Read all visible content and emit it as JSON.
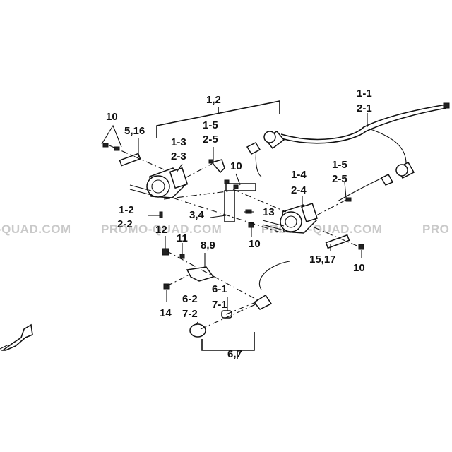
{
  "watermark": {
    "left": "-QUAD.COM",
    "center": "PROMO-QUAD.COM",
    "center_right": "PROMO-QUAD.COM",
    "right": "PRO"
  },
  "callouts": {
    "l_1_2": "1,2",
    "l_10_top": "10",
    "l_5_16": "5,16",
    "l_1_3": "1-3",
    "l_2_3": "2-3",
    "l_1_5_a": "1-5",
    "l_2_5_a": "2-5",
    "l_1_1": "1-1",
    "l_2_1": "2-1",
    "l_10_mid": "10",
    "l_1_4": "1-4",
    "l_2_4": "2-4",
    "l_1_5_b": "1-5",
    "l_2_5_b": "2-5",
    "l_1_2b": "1-2",
    "l_2_2": "2-2",
    "l_3_4": "3,4",
    "l_13": "13",
    "l_12": "12",
    "l_10_center": "10",
    "l_11": "11",
    "l_8_9": "8,9",
    "l_15_17": "15,17",
    "l_10_right": "10",
    "l_6_1": "6-1",
    "l_7_1": "7-1",
    "l_6_2": "6-2",
    "l_7_2": "7-2",
    "l_14": "14",
    "l_6_7": "6,7"
  }
}
